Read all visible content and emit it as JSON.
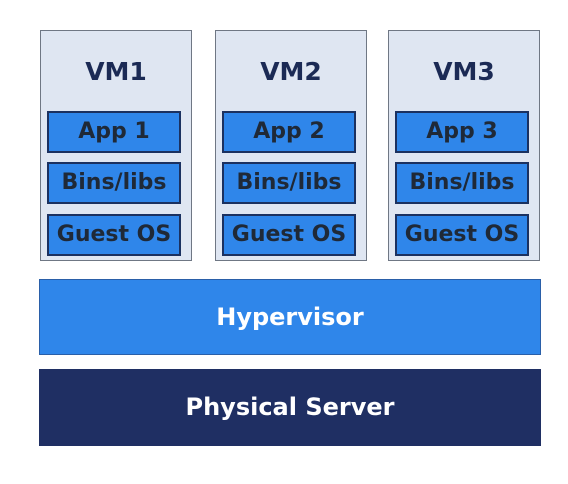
{
  "vms": [
    {
      "title": "VM1",
      "app": "App 1",
      "bins": "Bins/libs",
      "guest_os": "Guest OS"
    },
    {
      "title": "VM2",
      "app": "App 2",
      "bins": "Bins/libs",
      "guest_os": "Guest OS"
    },
    {
      "title": "VM3",
      "app": "App 3",
      "bins": "Bins/libs",
      "guest_os": "Guest OS"
    }
  ],
  "hypervisor": {
    "label": "Hypervisor"
  },
  "physical_server": {
    "label": "Physical Server"
  },
  "colors": {
    "vm_background": "#dfe6f2",
    "layer_blue": "#2f86ea",
    "layer_border": "#1b3160",
    "hypervisor_blue": "#2f86ea",
    "server_navy": "#1f2f63"
  }
}
